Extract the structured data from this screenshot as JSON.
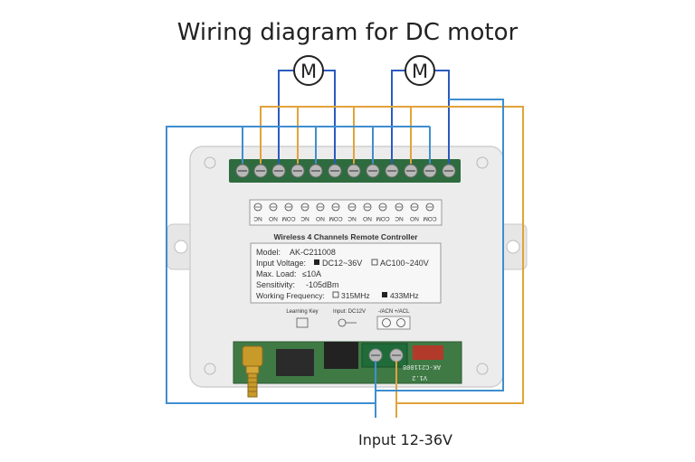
{
  "title": "Wiring diagram for DC motor",
  "motors": [
    {
      "label": "M"
    },
    {
      "label": "M"
    }
  ],
  "terminal_labels": [
    "NC",
    "NO",
    "COM",
    "NC",
    "NO",
    "COM",
    "NC",
    "NO",
    "COM",
    "NC",
    "NO",
    "COM"
  ],
  "panel": {
    "header": "Wireless 4 Channels Remote Controller",
    "model_label": "Model:",
    "model_value": "AK-C211008",
    "voltage_label": "Input Voltage:",
    "voltage_dc": "DC12~36V",
    "voltage_ac": "AC100~240V",
    "load_label": "Max. Load:",
    "load_value": "≤10A",
    "sensitivity_label": "Sensitivity:",
    "sensitivity_value": "-105dBm",
    "frequency_label": "Working Frequency:",
    "freq_a": "315MHz",
    "freq_b": "433MHz",
    "learning_key": "Learning Key",
    "input_dc": "Input: DC12V",
    "input_minus": "-/ACN",
    "input_plus": "+/ACL"
  },
  "board_text": {
    "pcb_code": "AK-C211008",
    "pcb_version": "V1.2"
  },
  "caption": "Input 12-36V",
  "colors": {
    "blue_wire": "#3f8ed0",
    "orange_wire": "#e2a33a",
    "motor_wire": "#2a5bbf",
    "enclosure": "#e9e9e9",
    "terminal_green": "#2e6b3e",
    "pcb_green": "#3f7a45"
  }
}
